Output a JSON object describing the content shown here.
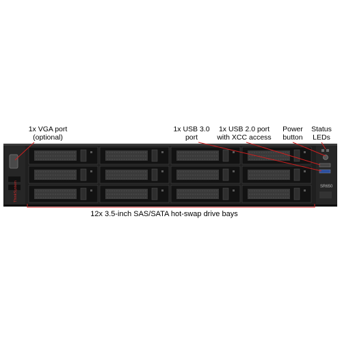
{
  "callouts": {
    "vga": {
      "line1": "1x VGA port",
      "line2": "(optional)"
    },
    "usb3": {
      "line1": "1x USB 3.0",
      "line2": "port"
    },
    "usb2": {
      "line1": "1x USB 2.0 port",
      "line2": "with XCC access"
    },
    "power": {
      "line1": "Power",
      "line2": "button"
    },
    "status": {
      "line1": "Status",
      "line2": "LEDs"
    },
    "bays": "12x 3.5-inch SAS/SATA hot-swap drive bays"
  },
  "chassis": {
    "brand": "ThinkSystem",
    "model": "SR650"
  },
  "colors": {
    "chassis": "#1f1f1f",
    "bay": "#121212",
    "grille": "#3a3a3a",
    "callout_line": "#cc1f1f"
  }
}
